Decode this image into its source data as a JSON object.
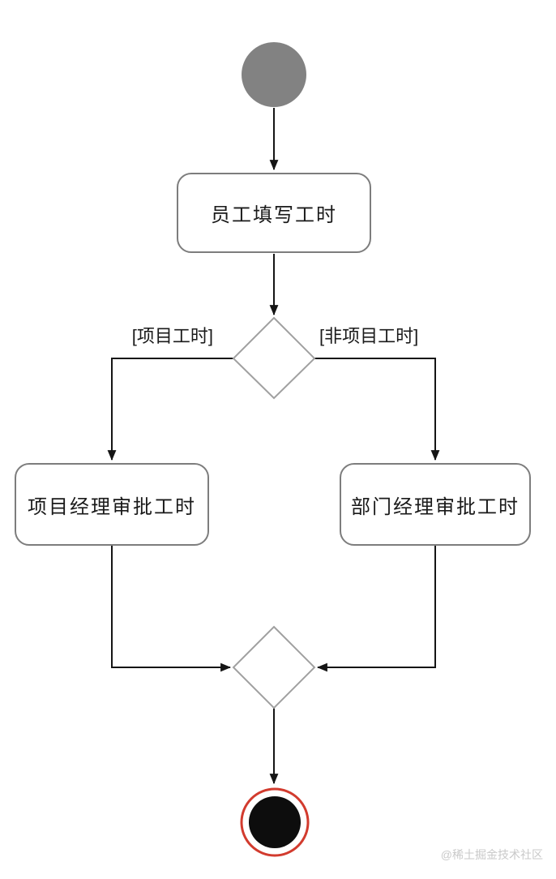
{
  "diagram": {
    "nodes": {
      "action_fill_timesheet": "员工填写工时",
      "action_pm_approve": "项目经理审批工时",
      "action_dm_approve": "部门经理审批工时"
    },
    "guards": {
      "left": "[项目工时]",
      "right": "[非项目工时]"
    }
  },
  "watermark": "@稀土掘金技术社区",
  "colors": {
    "background": "#ffffff",
    "start_fill": "#828282",
    "action_border": "#7d7d7d",
    "diamond_border": "#a0a0a0",
    "edge": "#151515",
    "text": "#1a1a1a",
    "final_ring": "#d23b2e",
    "final_core": "#0d0d0d",
    "watermark": "#c9c9c9"
  }
}
